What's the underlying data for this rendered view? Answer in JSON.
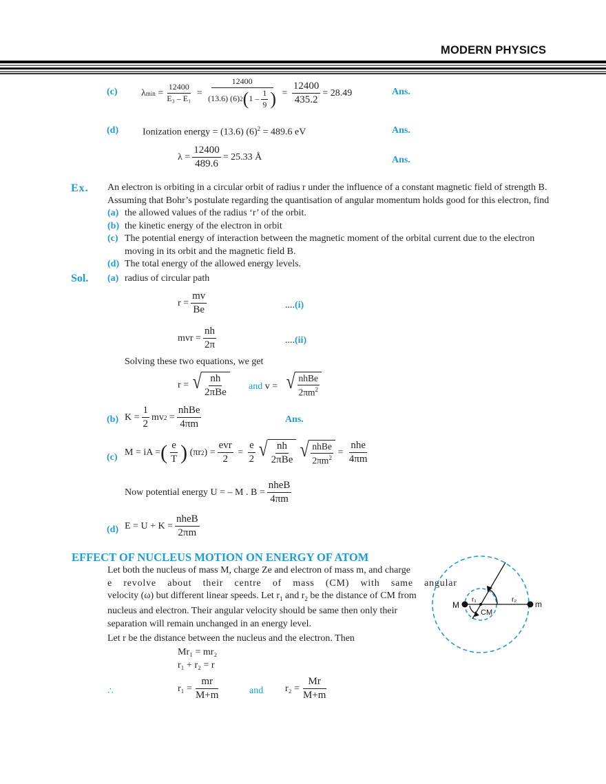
{
  "header": {
    "title": "MODERN PHYSICS"
  },
  "prev_solution": {
    "c": {
      "label": "(c)",
      "lhs": "λ",
      "lhs_sub": "min",
      "f1_num": "12400",
      "f1_den": "E₃ – E₁",
      "f2_num": "12400",
      "f2_den_a": "(13.6) (6)",
      "f2_den_sup": "2",
      "f2_den_b": "1 –",
      "f2_den_frac_num": "1",
      "f2_den_frac_den": "9",
      "f3_num": "12400",
      "f3_den": "435.2",
      "result": "= 28.49",
      "ans": "Ans."
    },
    "d": {
      "label": "(d)",
      "text": "Ionization energy = (13.6) (6)",
      "sup": "2",
      "text2": " = 489.6 eV",
      "ans": "Ans.",
      "lambda_lhs": "λ =",
      "lambda_num": "12400",
      "lambda_den": "489.6",
      "lambda_result": "= 25.33 Å",
      "ans2": "Ans."
    }
  },
  "example": {
    "label": "Ex.",
    "line1": "An electron is orbiting in a circular orbit of radius r under the influence of a constant magnetic field of strength B.",
    "line2": "Assuming that Bohr’s postulate regarding the quantisation of angular momentum holds good for this electron, find",
    "items": [
      {
        "label": "(a)",
        "text": "the allowed values of the radius ‘r’ of the orbit."
      },
      {
        "label": "(b)",
        "text": "the kinetic energy of the electron in orbit"
      },
      {
        "label": "(c)",
        "text": "The potential energy of interaction between the magnetic moment of the orbital current due to the electron"
      },
      {
        "label": "(d)",
        "text": "The total energy of the allowed energy levels."
      }
    ],
    "item_c_cont": "moving in its orbit and the magnetic field B."
  },
  "solution": {
    "label": "Sol.",
    "a_label": "(a)",
    "a_text": "radius of circular path",
    "eq1_lhs": "r =",
    "eq1_num": "mv",
    "eq1_den": "Be",
    "eq1_tag": "....(i)",
    "eq1_tag_dots": "....",
    "eq1_tag_num": "(i)",
    "eq2_lhs": "mvr =",
    "eq2_num": "nh",
    "eq2_den": "2π",
    "eq2_tag_dots": "....",
    "eq2_tag_num": "(ii)",
    "solving_text": "Solving these two equations, we get",
    "r_lhs": "r =",
    "r_num": "nh",
    "r_den": "2πBe",
    "and": "and",
    "v_lhs": "v =",
    "v_num": "nhBe",
    "v_den": "2πm",
    "v_den_sup": "2",
    "b_label": "(b)",
    "b_lhs": "K =",
    "b_half_num": "1",
    "b_half_den": "2",
    "b_mid": "mv",
    "b_mid_sup": "2",
    "b_eq": "=",
    "b_num": "nhBe",
    "b_den": "4πm",
    "b_ans": "Ans.",
    "c_label": "(c)",
    "c_lhs": "M = iA =",
    "c_p_num": "e",
    "c_p_den": "T",
    "c_pir": "(πr",
    "c_pir_sup": "2",
    "c_pir_close": ") =",
    "c_f1_num": "evr",
    "c_f1_den": "2",
    "c_f2_num": "e",
    "c_f2_den": "2",
    "c_s1_num": "nh",
    "c_s1_den": "2πBe",
    "c_s2_num": "nhBe",
    "c_s2_den": "2πm",
    "c_s2_sup": "2",
    "c_res_num": "nhe",
    "c_res_den": "4πm",
    "pe_text": "Now potential energy  U = – M . B =",
    "pe_num": "nheB",
    "pe_den": "4πm",
    "d_label": "(d)",
    "d_lhs": "E = U + K =",
    "d_num": "nheB",
    "d_den": "2πm"
  },
  "section": {
    "title": "EFFECT OF NUCLEUS MOTION ON ENERGY OF ATOM",
    "p1_l1": "Let both the nucleus of mass M, charge Ze and electron of mass m, and charge",
    "p1_l2": "e revolve about their centre of mass (CM) with same angular",
    "p1_l3a": "velocity (ω) but different linear speeds. Let r",
    "p1_l3b": " and r",
    "p1_l3c": " be the distance of CM from",
    "p1_l4": "nucleus and electron. Their angular velocity should be same then only their",
    "p1_l5": "separation will remain unchanged in an energy level.",
    "p2": "Let r be the distance between the nucleus and the electron. Then",
    "eqA": "Mr₁ = mr₂",
    "eqB": "r₁ + r₂ = r",
    "therefore": "∴",
    "r1_lhs": "r₁ =",
    "r1_num": "mr",
    "r1_den": "M+m",
    "and": "and",
    "r2_lhs": "r₂ =",
    "r2_num": "Mr",
    "r2_den": "M+m"
  },
  "diagram": {
    "label_M": "M",
    "label_m": "m",
    "label_CM": "CM",
    "label_r1": "r₁",
    "label_r2": "r₂",
    "accent": "#1f9bd1"
  },
  "colors": {
    "accent": "#1f9bd1",
    "text": "#231f20"
  }
}
